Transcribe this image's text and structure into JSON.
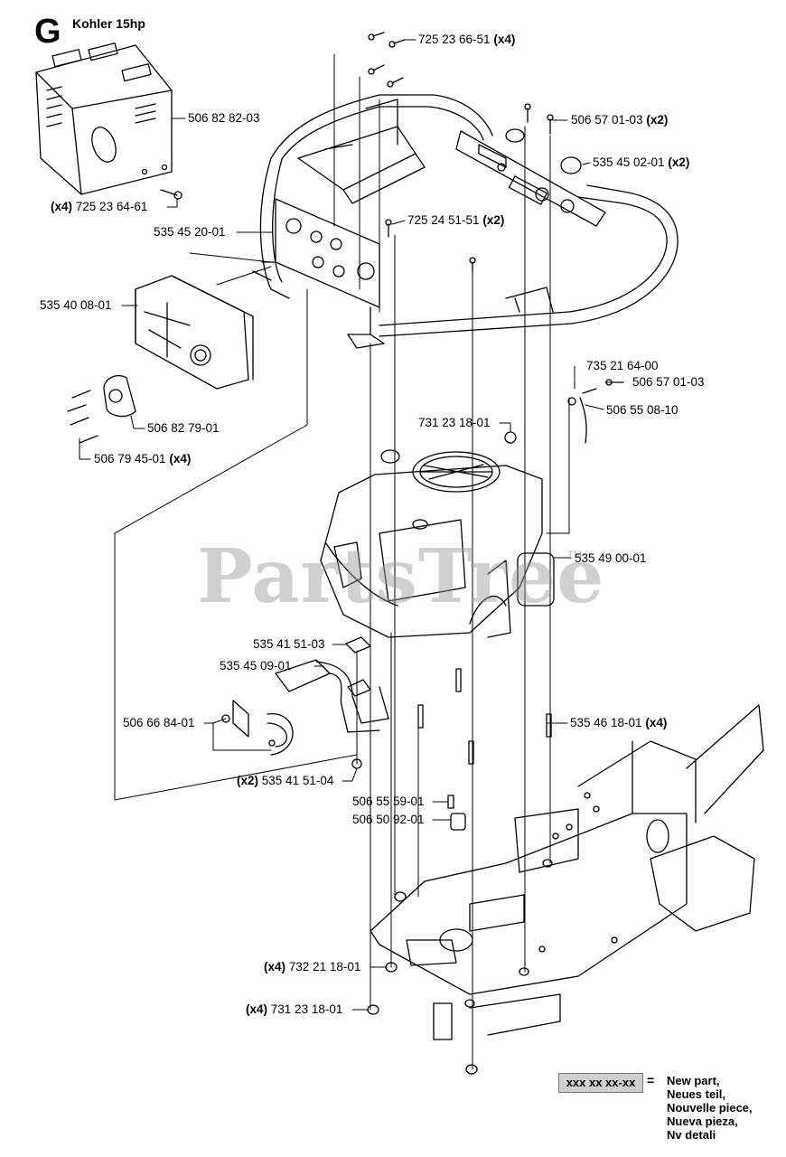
{
  "header": {
    "section_letter": "G",
    "title": "Kohler 15hp"
  },
  "watermark": {
    "text": "PartsTree",
    "tm": "TM"
  },
  "callouts": [
    {
      "num": "725 23 66-51",
      "qty": "(x4)"
    },
    {
      "num": "506 82 82-03",
      "qty": ""
    },
    {
      "num": "506 57 01-03",
      "qty": "(x2)"
    },
    {
      "num": "535 45 02-01",
      "qty": "(x2)"
    },
    {
      "num": "725 23 64-61",
      "qty": "(x4)"
    },
    {
      "num": "725 24 51-51",
      "qty": "(x2)"
    },
    {
      "num": "535 45 20-01",
      "qty": ""
    },
    {
      "num": "535 40 08-01",
      "qty": ""
    },
    {
      "num": "735 21 64-00",
      "qty": ""
    },
    {
      "num": "506 57 01-03",
      "qty": ""
    },
    {
      "num": "506 55 08-10",
      "qty": ""
    },
    {
      "num": "506 82 79-01",
      "qty": ""
    },
    {
      "num": "731 23 18-01",
      "qty": ""
    },
    {
      "num": "506 79 45-01",
      "qty": "(x4)"
    },
    {
      "num": "535 49 00-01",
      "qty": ""
    },
    {
      "num": "535 41 51-03",
      "qty": ""
    },
    {
      "num": "535 45 09-01",
      "qty": ""
    },
    {
      "num": "535 46 18-01",
      "qty": "(x4)"
    },
    {
      "num": "506 66 84-01",
      "qty": ""
    },
    {
      "num": "535 41 51-04",
      "qty": "(x2)"
    },
    {
      "num": "506 55 59-01",
      "qty": ""
    },
    {
      "num": "506 50 92-01",
      "qty": ""
    },
    {
      "num": "732 21 18-01",
      "qty": "(x4)"
    },
    {
      "num": "731 23 18-01",
      "qty": "(x4)"
    }
  ],
  "legend": {
    "code": "xxx xx xx-xx",
    "equals": "=",
    "lines": [
      "New part,",
      "Neues teil,",
      "Nouvelle piece,",
      "Nueva pieza,",
      "Nv detali"
    ]
  }
}
